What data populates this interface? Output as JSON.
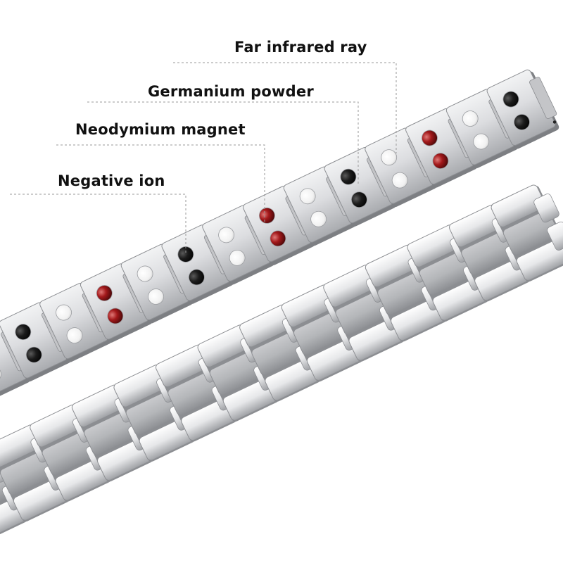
{
  "callouts": [
    {
      "id": "far-infrared",
      "label": "Far infrared ray"
    },
    {
      "id": "germanium",
      "label": "Germanium powder"
    },
    {
      "id": "neodymium",
      "label": "Neodymium magnet"
    },
    {
      "id": "negative-ion",
      "label": "Negative ion"
    }
  ],
  "colors": {
    "background": "#ffffff",
    "silver": "#d9dadc",
    "magnet_black": "#151515",
    "germanium_red": "#a3191b",
    "ion_white": "#f4f4f4",
    "leader_line": "#9a9a9a"
  }
}
